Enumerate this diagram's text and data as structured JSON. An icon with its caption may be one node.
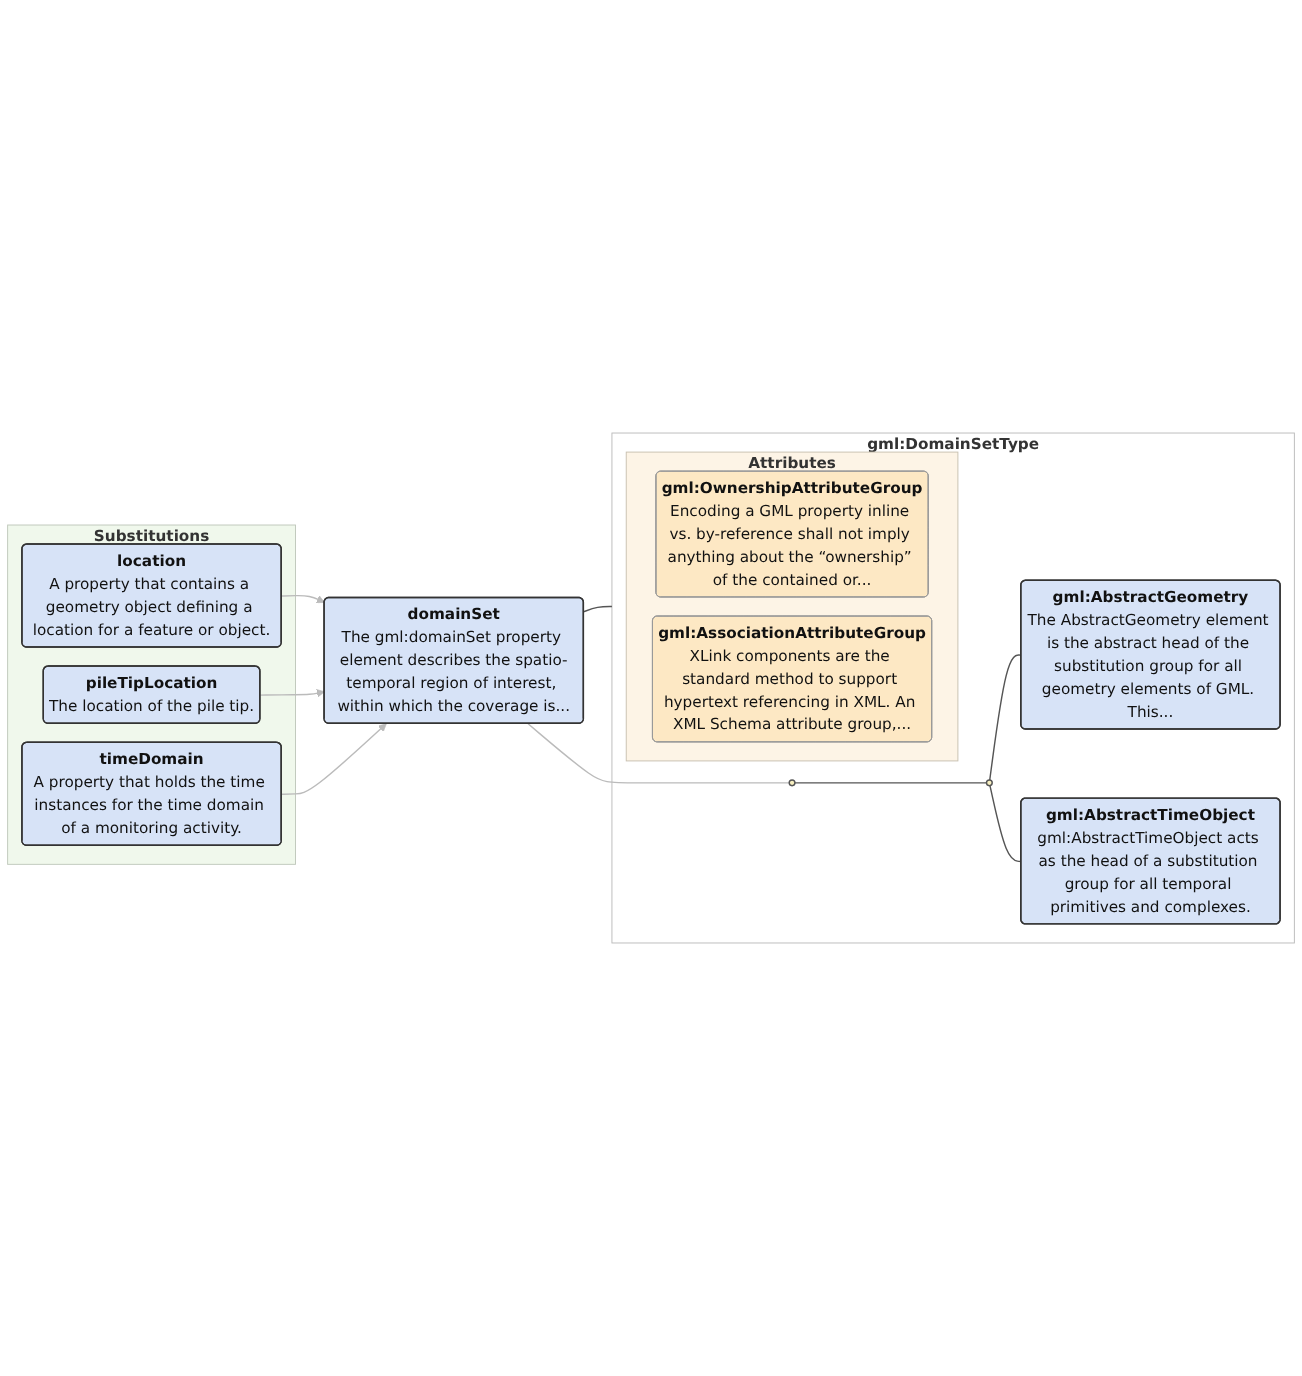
{
  "diagram": {
    "nodes": [
      {
        "text": [
          "domainSet",
          "The gml:domainSet property element describes the spatio-temporal region of interest, within which the coverage is..."
        ]
      },
      {
        "text": [
          "gml:DomainSetType"
        ]
      },
      {
        "text": [
          "Attributes"
        ],
        "in": 1
      },
      {
        "text": [
          "gml:OwnershipAttributeGroup",
          "Encoding a GML property inline vs. by-reference shall not imply anything about the “ownership” of the contained or..."
        ],
        "in": 2
      },
      {
        "text": [
          "gml:AssociationAttributeGroup",
          "XLink components are the standard method to support hypertext referencing in XML. An XML Schema attribute group,..."
        ],
        "in": 2
      },
      {
        "text": [],
        "shape": "circle",
        "in": 1
      },
      {
        "text": [],
        "shape": "circle",
        "in": 1
      },
      {
        "text": [
          "gml:AbstractGeometry",
          "The AbstractGeometry element is the abstract head of the substitution group for all geometry elements of GML. This..."
        ],
        "in": 1
      },
      {
        "text": [
          "gml:AbstractTimeObject",
          "gml:AbstractTimeObject acts as the head of a substitution group for all temporal primitives and complexes."
        ],
        "in": 1
      },
      {
        "text": [
          "Substitutions"
        ]
      },
      {
        "text": [
          "location",
          "A property that contains a geometry object defining a location for a feature or object."
        ],
        "in": 9
      },
      {
        "text": [
          "pileTipLocation",
          "The location of the pile tip."
        ],
        "in": 9
      },
      {
        "text": [
          "timeDomain",
          "A property that holds the time instances for the time domain of a monitoring activity."
        ],
        "in": 9
      }
    ],
    "edges": [
      {
        "from": 0,
        "to": 1,
        "arrow": "none"
      },
      {
        "from": 0,
        "to": 5,
        "arrow": "none",
        "color": "#bbbbbb"
      },
      {
        "from": 5,
        "to": 6,
        "arrow": "none"
      },
      {
        "from": 6,
        "to": 7,
        "arrow": "none"
      },
      {
        "from": 6,
        "to": 8,
        "arrow": "none"
      },
      {
        "from": 10,
        "to": 0,
        "arrow": "to",
        "color": "#bbbbbb"
      },
      {
        "from": 11,
        "to": 0,
        "arrow": "to",
        "color": "#bbbbbb"
      },
      {
        "from": 12,
        "to": 0,
        "arrow": "to",
        "color": "#bbbbbb"
      }
    ]
  }
}
